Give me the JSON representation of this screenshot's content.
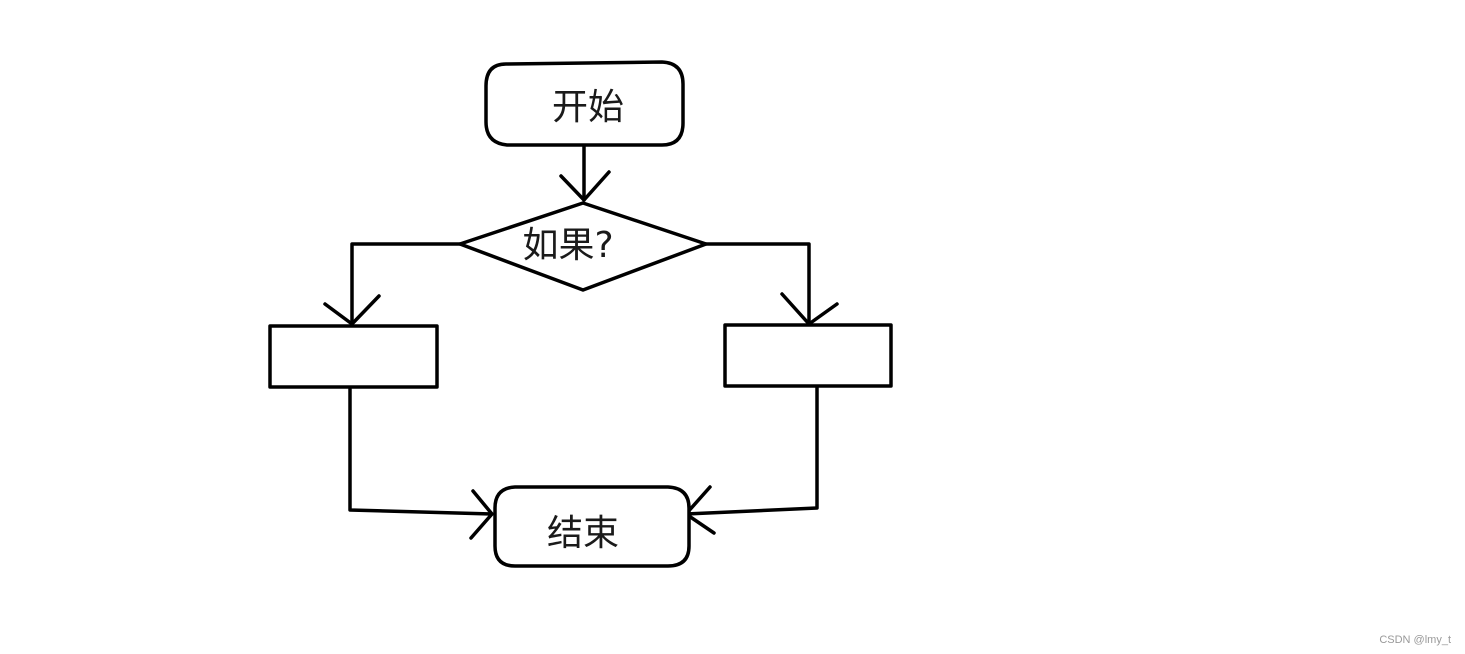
{
  "nodes": {
    "start": {
      "label": "开始"
    },
    "decision": {
      "label": "如果?"
    },
    "left_process": {
      "label": ""
    },
    "right_process": {
      "label": ""
    },
    "end": {
      "label": "结束"
    }
  },
  "watermark": "CSDN @lmy_t"
}
